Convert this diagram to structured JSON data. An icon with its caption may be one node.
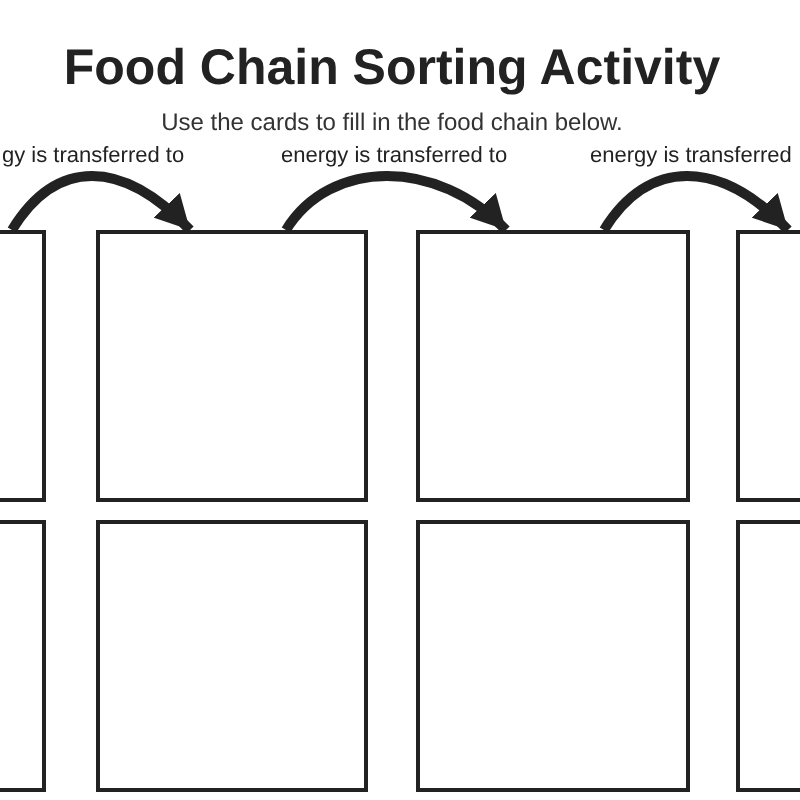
{
  "diagram": {
    "title": "Food Chain Sorting Activity",
    "nodes": [
      {
        "text": [],
        "shape": "box"
      },
      {
        "text": [],
        "shape": "box"
      },
      {
        "text": [],
        "shape": "box"
      },
      {
        "text": [],
        "shape": "box"
      },
      {
        "text": [],
        "shape": "box"
      },
      {
        "text": [],
        "shape": "box"
      },
      {
        "text": [],
        "shape": "box"
      },
      {
        "text": [],
        "shape": "box"
      }
    ],
    "edges": [
      {
        "from": 0,
        "to": 1,
        "arrow": "to",
        "label": "gy is transferred to"
      },
      {
        "from": 1,
        "to": 2,
        "arrow": "to",
        "label": "energy is transferred to"
      },
      {
        "from": 2,
        "to": 3,
        "arrow": "to",
        "label": "energy is transferred"
      }
    ],
    "labels": [
      "Use the cards to fill in the food chain below."
    ]
  }
}
